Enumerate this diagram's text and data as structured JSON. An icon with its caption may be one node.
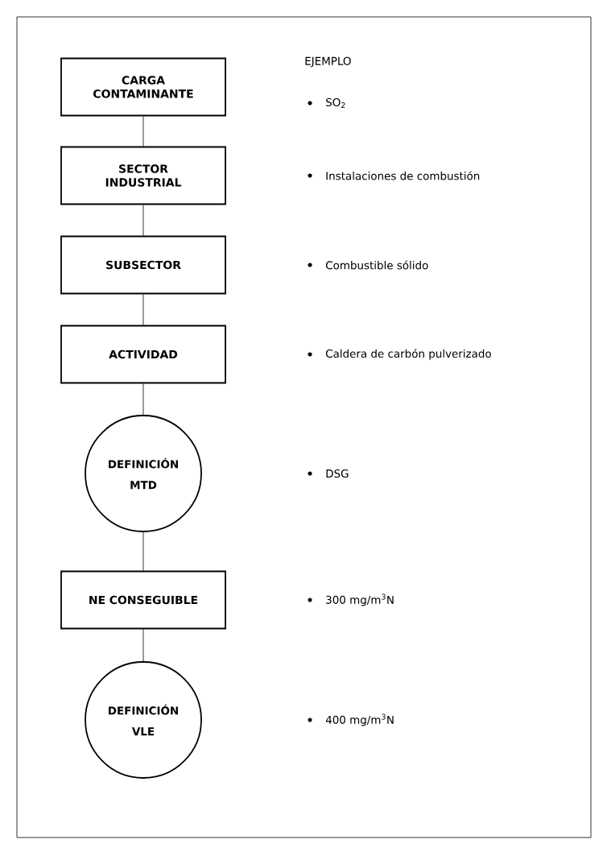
{
  "diagram": {
    "nodes": [
      {
        "text": [
          "CARGA CONTAMINANTE"
        ]
      },
      {
        "text": [
          "SECTOR INDUSTRIAL"
        ]
      },
      {
        "text": [
          "SUBSECTOR"
        ]
      },
      {
        "text": [
          "ACTIVIDAD"
        ]
      },
      {
        "text": [
          "DEFINICIÓN MTD"
        ]
      },
      {
        "text": [
          "NE CONSEGUIBLE"
        ]
      },
      {
        "text": [
          "DEFINICIÓN VLE"
        ]
      }
    ],
    "edges": [
      {
        "from": 0,
        "to": 1,
        "arrow": "none"
      },
      {
        "from": 1,
        "to": 2,
        "arrow": "none"
      },
      {
        "from": 2,
        "to": 3,
        "arrow": "none"
      },
      {
        "from": 3,
        "to": 4,
        "arrow": "none"
      },
      {
        "from": 4,
        "to": 5,
        "arrow": "none"
      },
      {
        "from": 5,
        "to": 6,
        "arrow": "none"
      }
    ],
    "labels": [
      "EJEMPLO",
      "SO$_{2}$",
      "Instalaciones de combustión",
      "Combustible sólido",
      "Caldera de carbón pulverizado",
      "DSG",
      "300 mg/m$^{3}$N",
      "400 mg/m$^{3}$N"
    ]
  }
}
